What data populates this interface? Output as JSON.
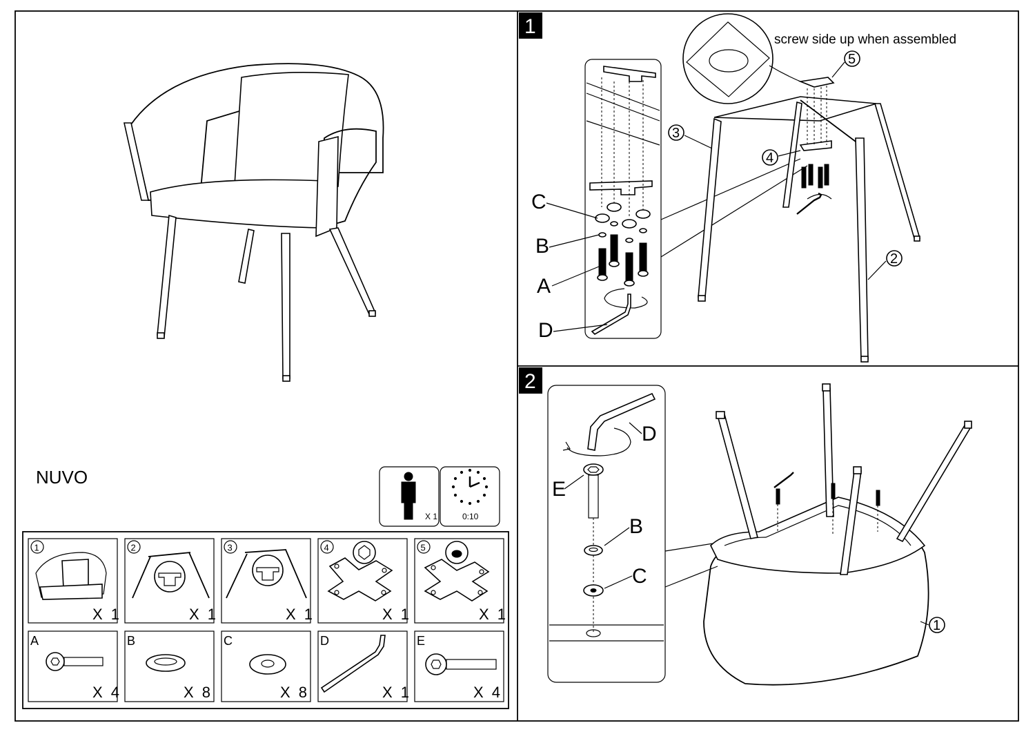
{
  "product": {
    "name": "NUVO"
  },
  "info": {
    "persons": "X 1",
    "time": "0:10"
  },
  "steps": [
    {
      "number": "1"
    },
    {
      "number": "2"
    }
  ],
  "step1": {
    "note": "screw side up when assembled"
  },
  "callouts": {
    "c1": "1",
    "c2": "2",
    "c3": "3",
    "c4": "4",
    "c5": "5"
  },
  "letters": {
    "A": "A",
    "B": "B",
    "C": "C",
    "D": "D",
    "E": "E"
  },
  "parts": [
    {
      "id": "1",
      "qty": "X 1"
    },
    {
      "id": "2",
      "qty": "X 1"
    },
    {
      "id": "3",
      "qty": "X 1"
    },
    {
      "id": "4",
      "qty": "X 1"
    },
    {
      "id": "5",
      "qty": "X 1"
    }
  ],
  "hardware": [
    {
      "id": "A",
      "qty": "X 4"
    },
    {
      "id": "B",
      "qty": "X 8"
    },
    {
      "id": "C",
      "qty": "X 8"
    },
    {
      "id": "D",
      "qty": "X 1"
    },
    {
      "id": "E",
      "qty": "X 4"
    }
  ]
}
